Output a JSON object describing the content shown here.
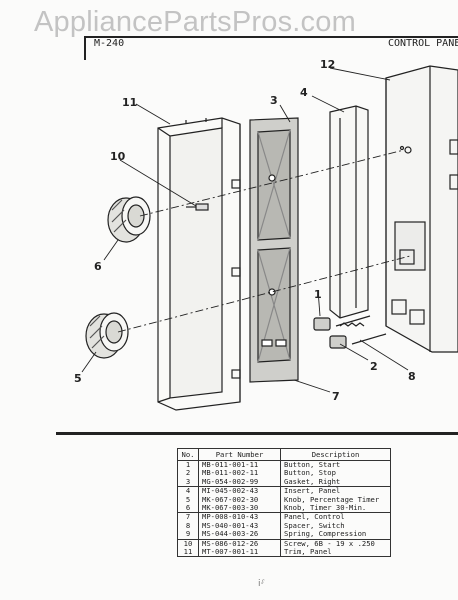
{
  "watermark": "AppliancePartsPros.com",
  "header": {
    "code": "M-240",
    "title": "CONTROL PANE"
  },
  "callouts": {
    "c1": "1",
    "c2": "2",
    "c3": "3",
    "c4": "4",
    "c5": "5",
    "c6": "6",
    "c7": "7",
    "c8": "8",
    "c10": "10",
    "c11": "11",
    "c12": "12"
  },
  "table": {
    "headers": {
      "no": "No.",
      "part": "Part Number",
      "desc": "Description"
    },
    "rows": [
      {
        "no": "1",
        "part": "MB-011-001-11",
        "desc": "Button, Start"
      },
      {
        "no": "2",
        "part": "MB-011-002-11",
        "desc": "Button, Stop"
      },
      {
        "no": "3",
        "part": "MG-054-002-99",
        "desc": "Gasket, Right"
      },
      {
        "no": "4",
        "part": "MI-045-002-43",
        "desc": "Insert, Panel"
      },
      {
        "no": "5",
        "part": "MK-067-002-30",
        "desc": "Knob, Percentage Timer"
      },
      {
        "no": "6",
        "part": "MK-067-003-30",
        "desc": "Knob, Timer 30-Min."
      },
      {
        "no": "7",
        "part": "MP-008-010-43",
        "desc": "Panel, Control"
      },
      {
        "no": "8",
        "part": "MS-040-001-43",
        "desc": "Spacer, Switch"
      },
      {
        "no": "9",
        "part": "MS-044-003-26",
        "desc": "Spring, Compression"
      },
      {
        "no": "10",
        "part": "MS-086-012-26",
        "desc": "Screw, 6B - 19 x .250"
      },
      {
        "no": "11",
        "part": "MT-007-001-11",
        "desc": "Trim, Panel"
      }
    ]
  },
  "footer_mark": "ⅰ⸉"
}
